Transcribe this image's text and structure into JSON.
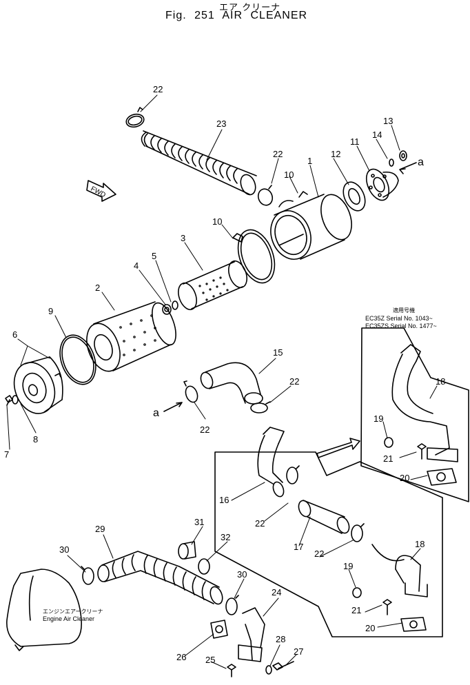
{
  "title": {
    "japanese": "エア クリーナ",
    "figure": "Fig. 251  AIR CLEANER"
  },
  "fwd_label": "FWD",
  "arrow_ref_label": "a",
  "serial_note": {
    "heading": "適用号機",
    "line1": "EC35Z  Serial No. 1043~",
    "line2": "EC35ZS Serial No. 1477~"
  },
  "engine_label": {
    "japanese": "エンジンエアークリーナ",
    "english": "Engine Air Cleaner"
  },
  "part_callouts": [
    "22",
    "23",
    "22",
    "10",
    "1",
    "12",
    "11",
    "14",
    "13",
    "10",
    "3",
    "5",
    "4",
    "2",
    "9",
    "6",
    "8",
    "7",
    "15",
    "22",
    "22",
    "18",
    "19",
    "21",
    "20",
    "16",
    "22",
    "17",
    "22",
    "18",
    "19",
    "21",
    "20",
    "31",
    "32",
    "29",
    "30",
    "30",
    "24",
    "26",
    "25",
    "28",
    "27"
  ]
}
